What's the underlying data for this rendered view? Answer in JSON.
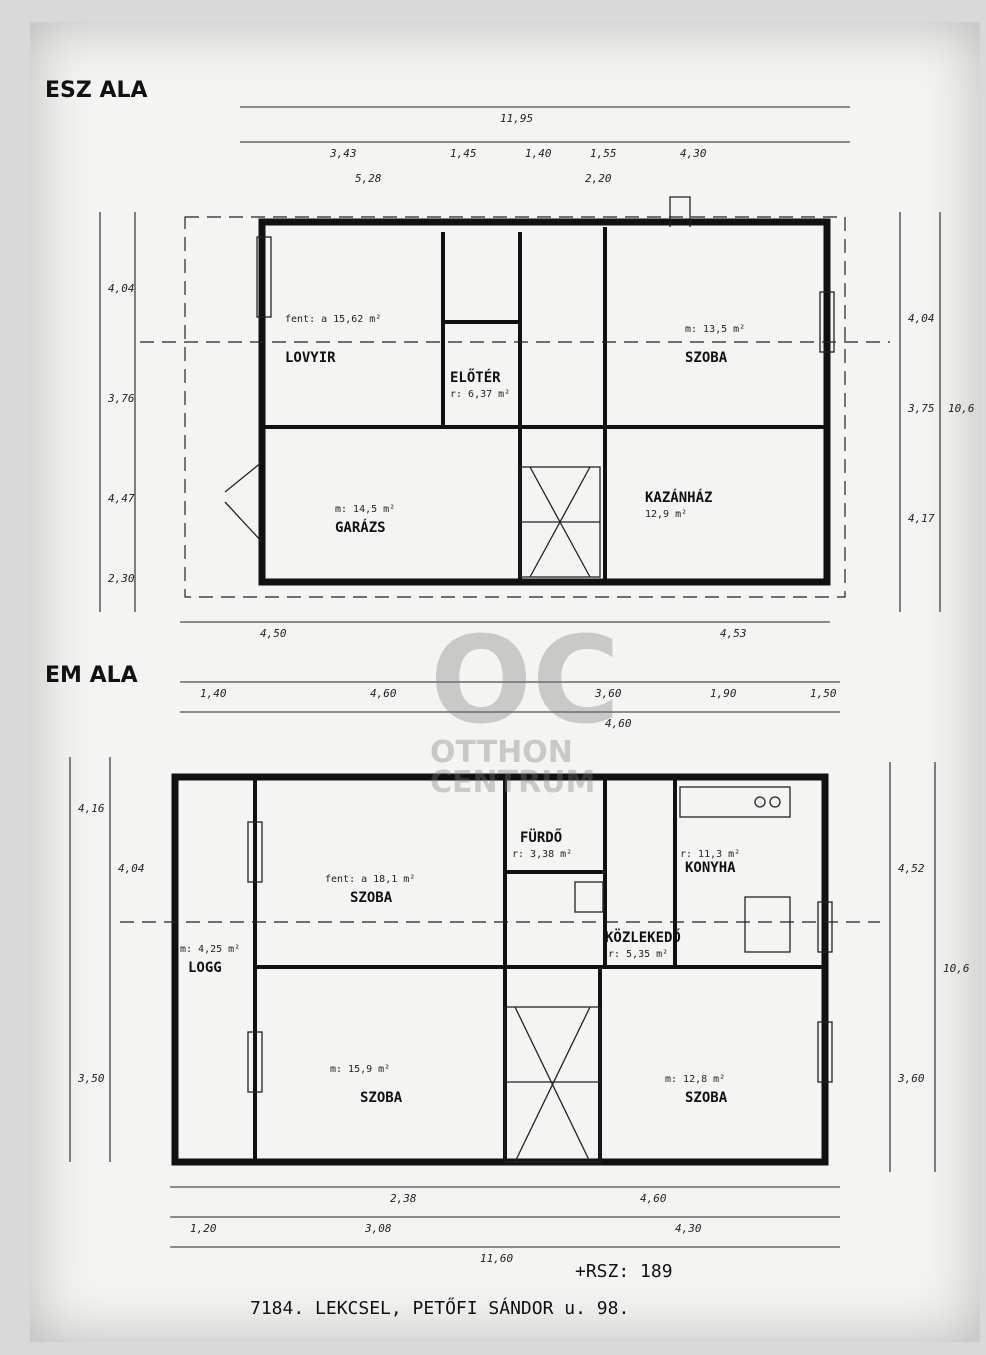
{
  "watermark": {
    "logo": "OC",
    "line1": "OTTHON",
    "line2": "CENTRUM"
  },
  "upper_floor": {
    "floor_label": "ESZ ALA",
    "rooms": [
      {
        "name": "LOVYIR",
        "note": "fent: a 15,62 m²"
      },
      {
        "name": "ELŐTÉR",
        "note": "r: 6,37 m²"
      },
      {
        "name": "SZOBA",
        "note": "m: 13,5 m²"
      },
      {
        "name": "GARÁZS",
        "note": "m: 14,5 m²"
      },
      {
        "name": "KAZÁNHÁZ",
        "note": "12,9 m²"
      }
    ],
    "dims_top": [
      "11,95",
      "3,43",
      "1,45",
      "1,40",
      "1,55",
      "4,30",
      "5,28",
      "2,20"
    ],
    "dims_side": [
      "4,04",
      "3,76",
      "4,47",
      "2,30",
      "4,04",
      "3,75",
      "4,17",
      "10,6"
    ],
    "dims_bottom": [
      "4,50",
      "4,53"
    ]
  },
  "ground_floor": {
    "floor_label": "EM ALA",
    "rooms": [
      {
        "name": "SZOBA",
        "note": "fent: a 18,1 m²"
      },
      {
        "name": "FÜRDŐ",
        "note": "r: 3,38 m²"
      },
      {
        "name": "KONYHA",
        "note": "r: 11,3 m²"
      },
      {
        "name": "KÖZLEKEDŐ",
        "note": "r: 5,35 m²"
      },
      {
        "name": "LOGG",
        "note": "m: 4,25 m²"
      },
      {
        "name": "SZOBA",
        "note": "m: 15,9 m²"
      },
      {
        "name": "SZOBA",
        "note": "m: 12,8 m²"
      }
    ],
    "dims_top": [
      "1,40",
      "4,60",
      "4,60",
      "3,60",
      "1,90",
      "1,50"
    ],
    "dims_side": [
      "4,16",
      "4,04",
      "3,50",
      "4,52",
      "10,6",
      "3,60"
    ],
    "dims_bottom": [
      "2,38",
      "3,08",
      "4,60",
      "4,30",
      "11,60",
      "1,20"
    ]
  },
  "footer": {
    "line1": "+RSZ: 189",
    "line2": "7184. LEKCSEL, PETŐFI SÁNDOR u. 98."
  }
}
